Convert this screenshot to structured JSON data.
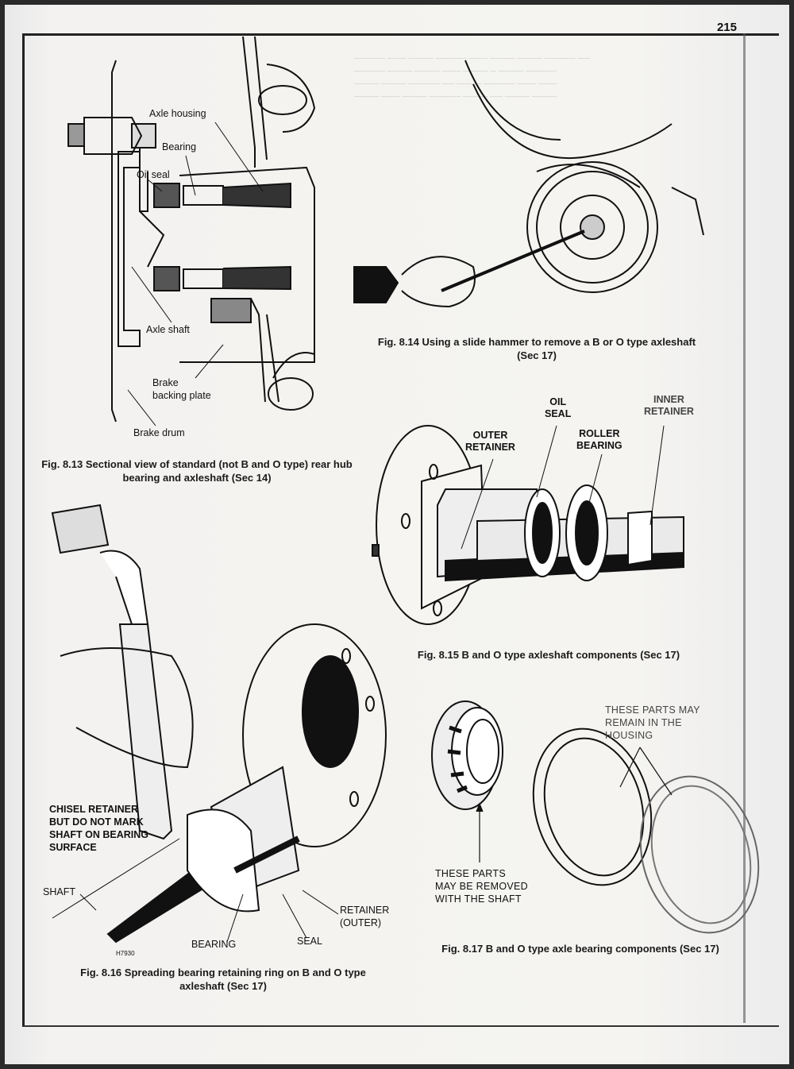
{
  "page": {
    "number": "215"
  },
  "figures": [
    {
      "id": "fig-8-13",
      "caption": "Fig. 8.13 Sectional view of standard (not B and O type) rear hub bearing and axleshaft (Sec 14)",
      "caption_lines": [
        "Fig. 8.13 Sectional view of standard (not B and O type) rear hub",
        "bearing and axleshaft (Sec 14)"
      ],
      "labels": [
        "Axle housing",
        "Bearing",
        "Oil seal",
        "Axle shaft",
        "Brake backing plate",
        "Brake drum"
      ],
      "label_lines": {
        "brake_backing_plate": [
          "Brake",
          "backing plate"
        ]
      }
    },
    {
      "id": "fig-8-14",
      "caption_lines": [
        "Fig. 8.14 Using a slide hammer to remove a B or O type axleshaft",
        "(Sec 17)"
      ]
    },
    {
      "id": "fig-8-15",
      "caption": "Fig. 8.15 B and O type axleshaft components (Sec 17)",
      "labels": {
        "outer_retainer": [
          "OUTER",
          "RETAINER"
        ],
        "oil_seal": [
          "OIL",
          "SEAL"
        ],
        "roller_bearing": [
          "ROLLER",
          "BEARING"
        ],
        "inner_retainer": [
          "INNER",
          "RETAINER"
        ]
      }
    },
    {
      "id": "fig-8-16",
      "caption_lines": [
        "Fig. 8.16 Spreading bearing retaining ring on B and O type",
        "axleshaft (Sec 17)"
      ],
      "labels": {
        "chisel": [
          "CHISEL RETAINER",
          "BUT DO NOT MARK",
          "SHAFT ON BEARING",
          "SURFACE"
        ],
        "shaft": "SHAFT",
        "bearing": "BEARING",
        "seal": "SEAL",
        "retainer_outer": [
          "RETAINER",
          "(OUTER)"
        ],
        "part_number": "H7930"
      }
    },
    {
      "id": "fig-8-17",
      "caption": "Fig. 8.17 B and O type axle bearing components (Sec 17)",
      "labels": {
        "removed": [
          "THESE PARTS",
          "MAY BE REMOVED",
          "WITH THE SHAFT"
        ],
        "remain": [
          "THESE PARTS MAY",
          "REMAIN IN THE",
          "HOUSING"
        ]
      }
    }
  ]
}
